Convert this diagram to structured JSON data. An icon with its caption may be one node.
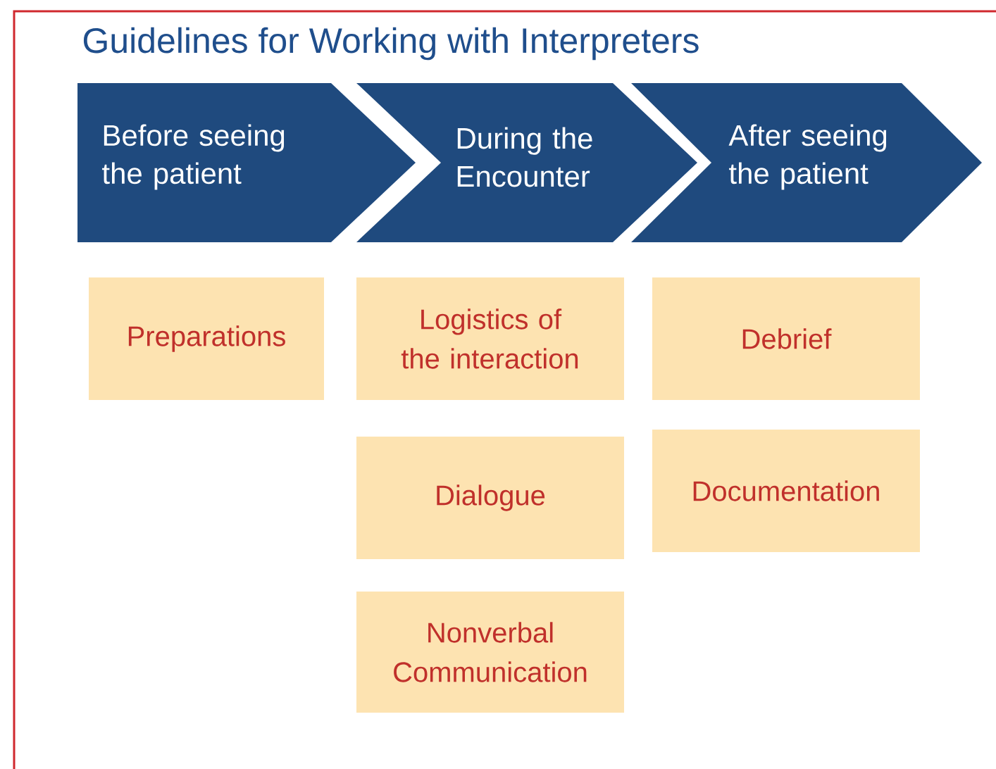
{
  "diagram": {
    "title": "Guidelines for Working with Interpreters",
    "nodes": [
      {
        "text": [
          "Before seeing the patient"
        ]
      },
      {
        "text": [
          "During the Encounter"
        ]
      },
      {
        "text": [
          "After seeing the patient"
        ]
      },
      {
        "text": [
          "Preparations"
        ]
      },
      {
        "text": [
          "Logistics of the interaction"
        ]
      },
      {
        "text": [
          "Debrief"
        ]
      },
      {
        "text": [
          "Dialogue"
        ]
      },
      {
        "text": [
          "Documentation"
        ]
      },
      {
        "text": [
          "Nonverbal Communication"
        ]
      }
    ]
  }
}
